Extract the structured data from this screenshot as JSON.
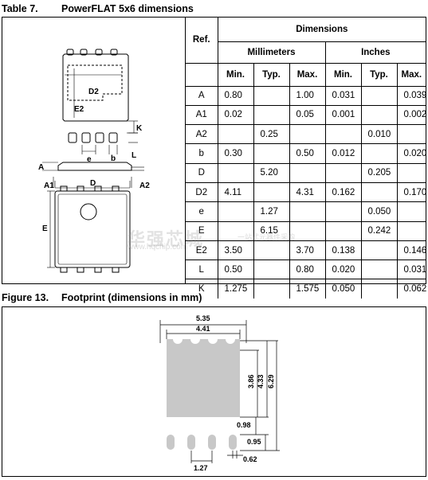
{
  "table_caption": {
    "number": "Table 7.",
    "title": "PowerFLAT 5x6 dimensions"
  },
  "figure_caption": {
    "number": "Figure 13.",
    "title": "Footprint (dimensions in mm)"
  },
  "dimensions_table": {
    "header_group": "Dimensions",
    "ref_header": "Ref.",
    "unit_groups": [
      "Millimeters",
      "Inches"
    ],
    "sub_headers": [
      "Min.",
      "Typ.",
      "Max.",
      "Min.",
      "Typ.",
      "Max."
    ],
    "rows": [
      {
        "ref": "A",
        "values": [
          "0.80",
          "",
          "1.00",
          "0.031",
          "",
          "0.039"
        ]
      },
      {
        "ref": "A1",
        "values": [
          "0.02",
          "",
          "0.05",
          "0.001",
          "",
          "0.002"
        ]
      },
      {
        "ref": "A2",
        "values": [
          "",
          "0.25",
          "",
          "",
          "0.010",
          ""
        ]
      },
      {
        "ref": "b",
        "values": [
          "0.30",
          "",
          "0.50",
          "0.012",
          "",
          "0.020"
        ]
      },
      {
        "ref": "D",
        "values": [
          "",
          "5.20",
          "",
          "",
          "0.205",
          ""
        ]
      },
      {
        "ref": "D2",
        "values": [
          "4.11",
          "",
          "4.31",
          "0.162",
          "",
          "0.170"
        ]
      },
      {
        "ref": "e",
        "values": [
          "",
          "1.27",
          "",
          "",
          "0.050",
          ""
        ]
      },
      {
        "ref": "E",
        "values": [
          "",
          "6.15",
          "",
          "",
          "0.242",
          ""
        ]
      },
      {
        "ref": "E2",
        "values": [
          "3.50",
          "",
          "3.70",
          "0.138",
          "",
          "0.146"
        ]
      },
      {
        "ref": "L",
        "values": [
          "0.50",
          "",
          "0.80",
          "0.020",
          "",
          "0.031"
        ]
      },
      {
        "ref": "K",
        "values": [
          "1.275",
          "",
          "1.575",
          "0.050",
          "",
          "0.062"
        ]
      }
    ]
  },
  "package_drawing": {
    "labels": {
      "D2": "D2",
      "E2": "E2",
      "K": "K",
      "e": "e",
      "b": "b",
      "L": "L",
      "A": "A",
      "A1": "A1",
      "A2": "A2",
      "D": "D",
      "E": "E"
    }
  },
  "footprint": {
    "labels": {
      "w535": "5.35",
      "w441": "4.41",
      "h386": "3.86",
      "h433": "4.33",
      "h629": "6.29",
      "d098": "0.98",
      "d095": "0.95",
      "d127": "1.27",
      "d062": "0.62"
    },
    "pad_color": "#c8c8c8"
  },
  "watermark": {
    "text": "华强芯城",
    "url": "www.hqchip.com",
    "sub": "一站式元器件采购"
  }
}
